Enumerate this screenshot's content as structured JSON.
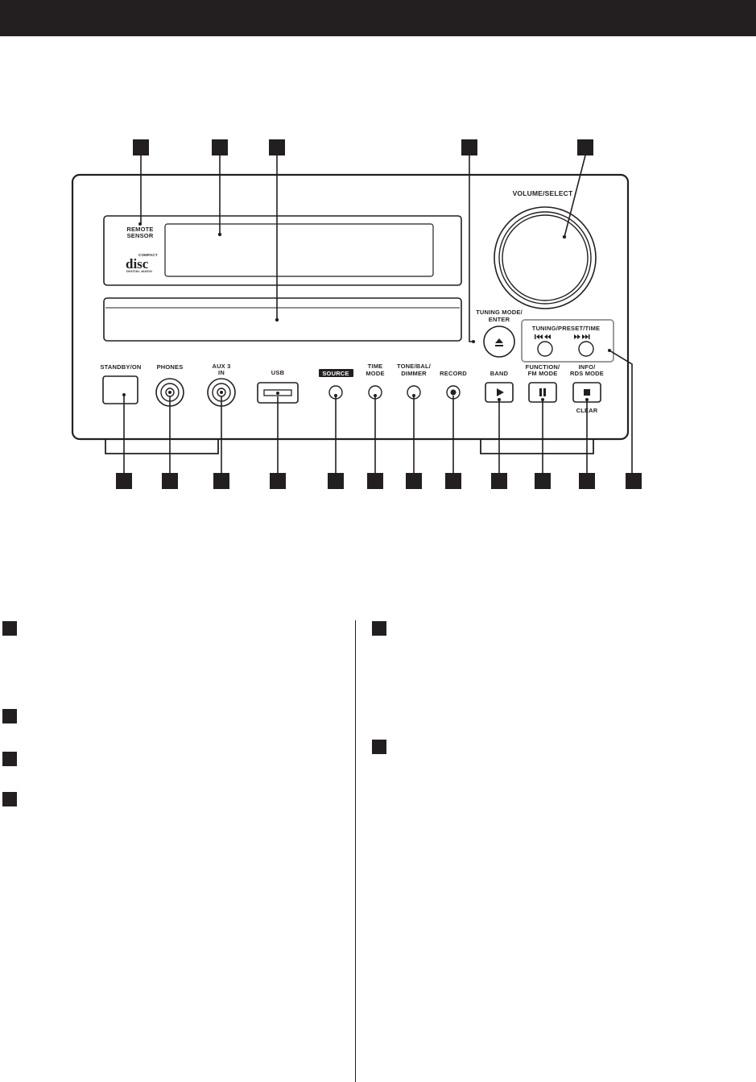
{
  "labels": {
    "remote_sensor_1": "REMOTE",
    "remote_sensor_2": "SENSOR",
    "cd_logo_top": "COMPACT",
    "cd_logo_main": "disc",
    "cd_logo_bottom": "DIGITAL AUDIO",
    "volume_select": "VOLUME/SELECT",
    "tuning_mode_1": "TUNING MODE/",
    "tuning_mode_2": "ENTER",
    "tuning_preset": "TUNING/PRESET/TIME",
    "standby_on": "STANDBY/ON",
    "phones": "PHONES",
    "aux_1": "AUX 3",
    "aux_2": "IN",
    "usb": "USB",
    "source": "SOURCE",
    "time_1": "TIME",
    "time_2": "MODE",
    "tone_1": "TONE/BAL/",
    "tone_2": "DIMMER",
    "record": "RECORD",
    "band": "BAND",
    "function_1": "FUNCTION/",
    "function_2": "FM MODE",
    "info_1": "INFO/",
    "info_2": "RDS MODE",
    "clear": "CLEAR"
  },
  "icons": {
    "eject": "eject-icon",
    "play": "play-icon",
    "pause": "pause-icon",
    "stop": "stop-icon",
    "prev": "skip-back-icon",
    "next": "skip-forward-icon"
  },
  "colors": {
    "ink": "#231f20",
    "bar": "#231f20",
    "panel_outline": "#231f20",
    "preset_box": "#9a9a9a"
  }
}
